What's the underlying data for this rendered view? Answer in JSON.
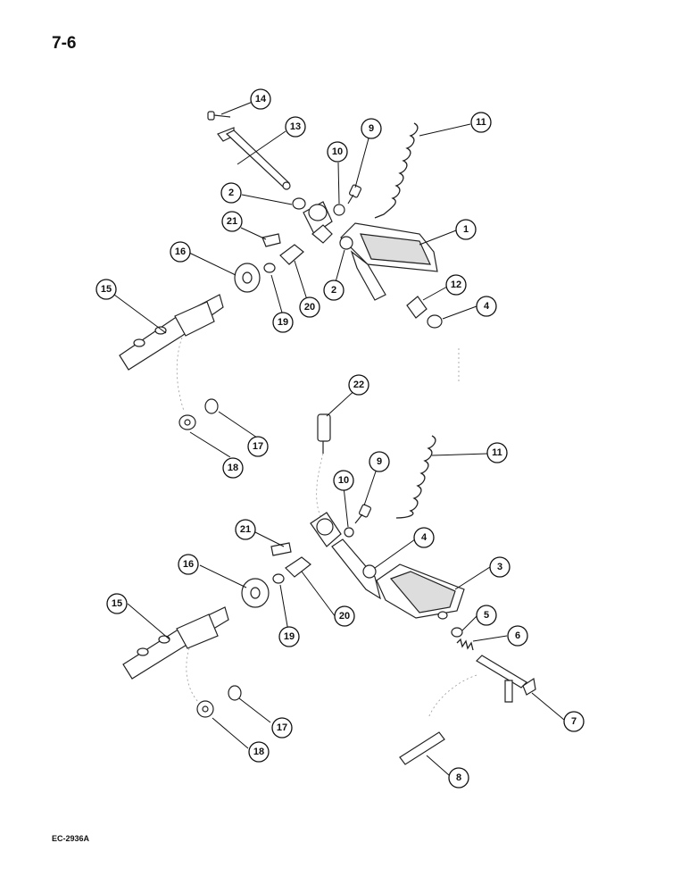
{
  "page": {
    "number": "7-6",
    "ref_code": "EC-2936A"
  },
  "callouts": {
    "c14": "14",
    "c13": "13",
    "c10a": "10",
    "c9a": "9",
    "c11a": "11",
    "c2a": "2",
    "c21a": "21",
    "c16a": "16",
    "c1": "1",
    "c15a": "15",
    "c2b": "2",
    "c12": "12",
    "c4a": "4",
    "c19a": "19",
    "c20a": "20",
    "c22": "22",
    "c17a": "17",
    "c18a": "18",
    "c9b": "9",
    "c11b": "11",
    "c10b": "10",
    "c21b": "21",
    "c4b": "4",
    "c3": "3",
    "c16b": "16",
    "c15b": "15",
    "c5": "5",
    "c6": "6",
    "c19b": "19",
    "c20b": "20",
    "c7": "7",
    "c17b": "17",
    "c18b": "18",
    "c8": "8"
  }
}
